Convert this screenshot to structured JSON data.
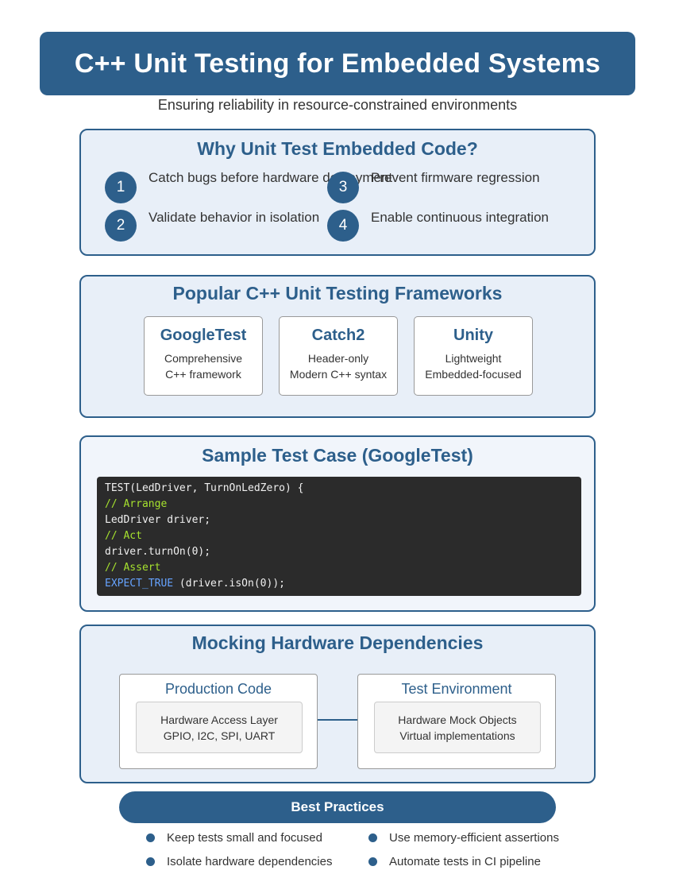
{
  "header": {
    "title": "C++ Unit Testing for Embedded Systems",
    "subtitle": "Ensuring reliability in resource-constrained environments"
  },
  "why": {
    "title": "Why Unit Test Embedded Code?",
    "reasons": [
      {
        "number": "1",
        "text": "Catch bugs before hardware deployment"
      },
      {
        "number": "2",
        "text": "Validate behavior in isolation"
      },
      {
        "number": "3",
        "text": "Prevent firmware regression"
      },
      {
        "number": "4",
        "text": "Enable continuous integration"
      }
    ]
  },
  "frameworks": {
    "title": "Popular C++ Unit Testing Frameworks",
    "items": [
      {
        "name": "GoogleTest",
        "desc1": "Comprehensive",
        "desc2": "C++ framework"
      },
      {
        "name": "Catch2",
        "desc1": "Header-only",
        "desc2": "Modern C++ syntax"
      },
      {
        "name": "Unity",
        "desc1": "Lightweight",
        "desc2": "Embedded-focused"
      }
    ]
  },
  "sample": {
    "title": "Sample Test Case (GoogleTest)",
    "lines": [
      "TEST(LedDriver, TurnOnLedZero) {",
      "// Arrange",
      "LedDriver driver;",
      "// Act",
      "driver.turnOn(0);",
      "// Assert",
      "EXPECT_TRUE",
      " (driver.isOn(0));"
    ]
  },
  "mocking": {
    "title": "Mocking Hardware Dependencies",
    "production": {
      "title": "Production Code",
      "line1": "Hardware Access Layer",
      "line2": "GPIO, I2C, SPI, UART"
    },
    "test": {
      "title": "Test Environment",
      "line1": "Hardware Mock Objects",
      "line2": "Virtual implementations"
    }
  },
  "best_practices": {
    "title": "Best Practices",
    "items": [
      "Keep tests small and focused",
      "Isolate hardware dependencies",
      "Use memory-efficient assertions",
      "Automate tests in CI pipeline"
    ]
  },
  "colors": {
    "primary": "#2d5f8b",
    "panel_bg": "#e8eff8",
    "code_bg": "#2b2b2b",
    "code_comment": "#a6e22e",
    "code_macro": "#66a3ff"
  }
}
